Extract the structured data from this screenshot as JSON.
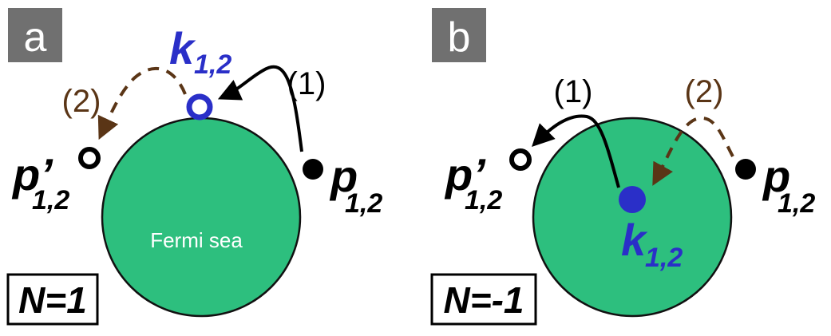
{
  "colors": {
    "fermi_sea": "#2dbf7e",
    "panel_tag": "#707070",
    "k_label": "#2a2fc8",
    "process_1": "#000000",
    "process_2": "#5a3516"
  },
  "panels": [
    {
      "tag": "a",
      "sea_label": "Fermi sea",
      "step1_label": "(1)",
      "step2_label": "(2)",
      "k_label": "k",
      "k_sub": "1,2",
      "p_label": "p",
      "p_sub": "1,2",
      "pprime_label": "p’",
      "pprime_sub": "1,2",
      "n_label": "N=1"
    },
    {
      "tag": "b",
      "sea_label": "",
      "step1_label": "(1)",
      "step2_label": "(2)",
      "k_label": "k",
      "k_sub": "1,2",
      "p_label": "p",
      "p_sub": "1,2",
      "pprime_label": "p’",
      "pprime_sub": "1,2",
      "n_label": "N=-1"
    }
  ]
}
